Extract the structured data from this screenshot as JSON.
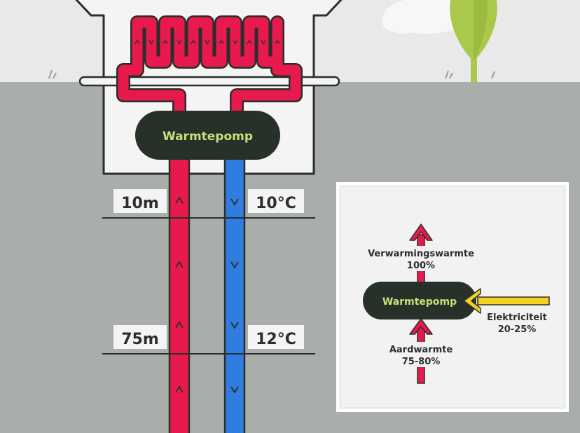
{
  "colors": {
    "sky": "#e8e9e8",
    "ground": "#a9aeaa",
    "house": "#f3f4f3",
    "outline": "#2a2f2b",
    "hot": "#e8194d",
    "cold": "#2f7de1",
    "pump": "#273129",
    "pump_text": "#c9e07a",
    "electric": "#f2d21e",
    "tree": "#a9c84c",
    "label_bg": "#f4f4f4"
  },
  "icons": [
    "hot-pipe-up-arrows",
    "cold-pipe-down-arrows",
    "tree-icon",
    "cloud-icon",
    "grass-icon"
  ],
  "main": {
    "pump_label": "Warmtepomp",
    "depths": [
      {
        "depth": "10m",
        "temperature": "10°C"
      },
      {
        "depth": "75m",
        "temperature": "12°C"
      }
    ]
  },
  "inset": {
    "pump_label": "Warmtepomp",
    "output": {
      "name": "Verwarmingswarmte",
      "value": "100%"
    },
    "input_ground": {
      "name": "Aardwarmte",
      "value": "75-80%"
    },
    "input_electric": {
      "name": "Elektriciteit",
      "value": "20-25%"
    }
  }
}
